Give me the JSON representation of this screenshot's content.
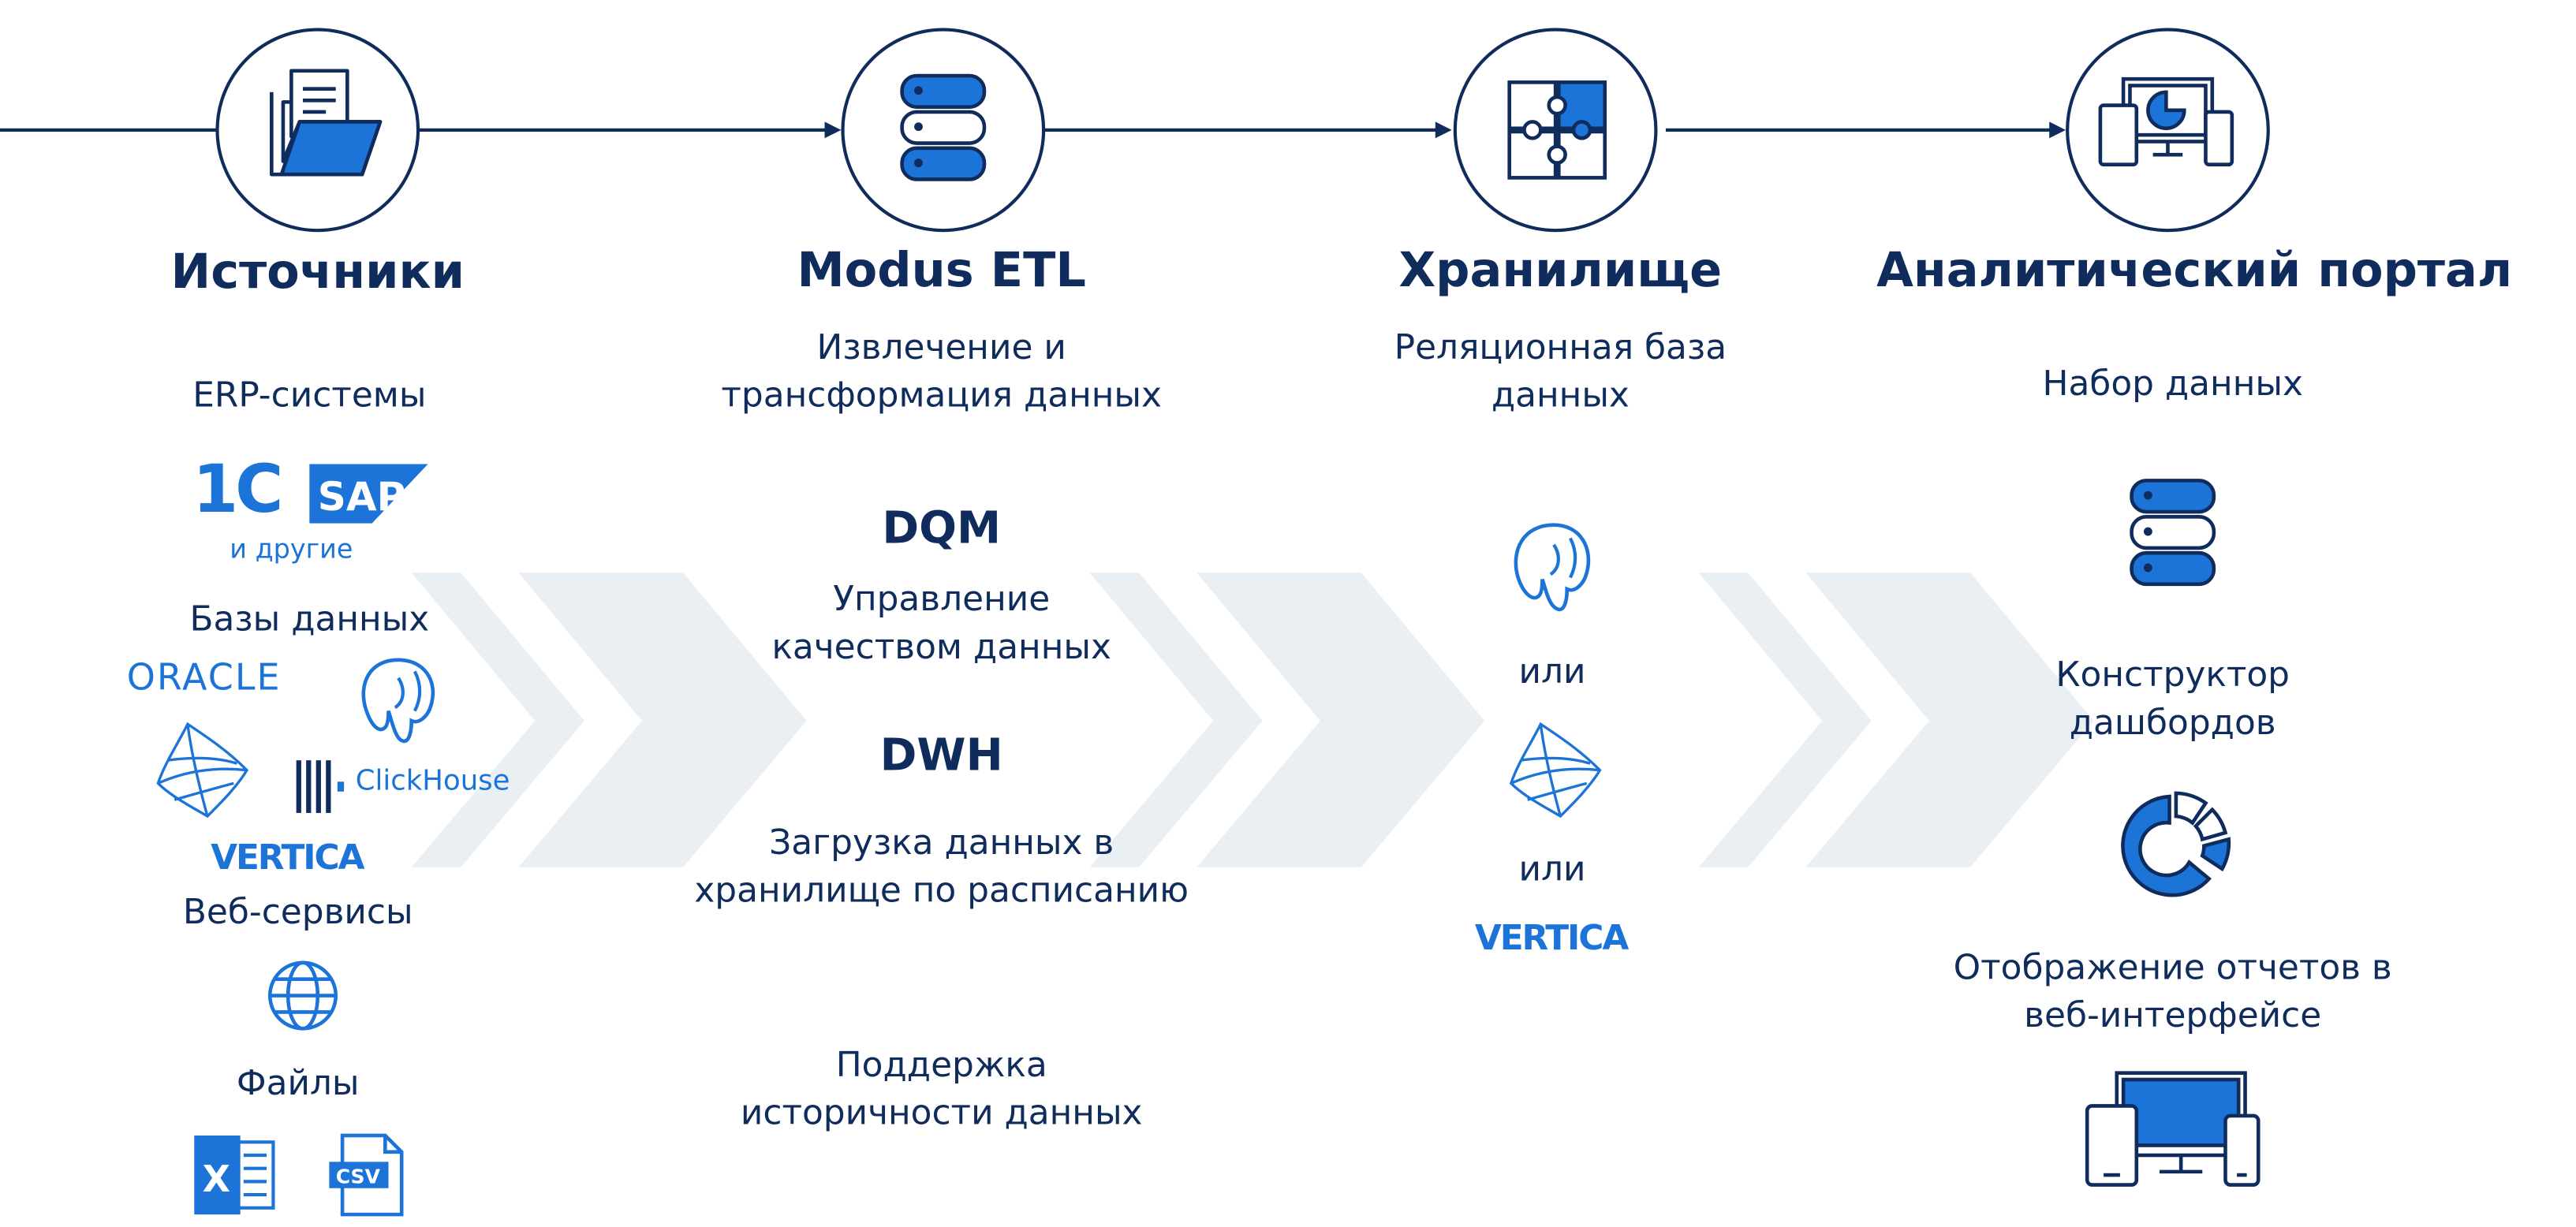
{
  "colors": {
    "navy": "#0f2c5c",
    "blue": "#1d74d8",
    "chevron": "#eaeff4"
  },
  "columns": [
    {
      "title": "Источники",
      "icon": "folder-icon",
      "erp_label": "ERP-системы",
      "erp_logos": [
        "1С",
        "SAP"
      ],
      "erp_other": "и другие",
      "db_label": "Базы данных",
      "db_logos": [
        "ORACLE",
        "ClickHouse",
        "VERTICA"
      ],
      "web_label": "Веб-сервисы",
      "files_label": "Файлы",
      "csv": "CSV"
    },
    {
      "title": "Modus ETL",
      "icon": "database-icon",
      "desc_line1": "Извлечение и",
      "desc_line2": "трансформация данных",
      "dqm_title": "DQM",
      "dqm_line1": "Управление",
      "dqm_line2": "качеством данных",
      "dwh_title": "DWH",
      "dwh_line1": "Загрузка данных в",
      "dwh_line2": "хранилище по расписанию",
      "hist_line1": "Поддержка",
      "hist_line2": "историчности данных"
    },
    {
      "title": "Хранилище",
      "icon": "puzzle-icon",
      "desc_line1": "Реляционная база",
      "desc_line2": "данных",
      "or1": "или",
      "or2": "или",
      "vertica": "VERTICA"
    },
    {
      "title": "Аналитический портал",
      "icon": "devices-icon",
      "dataset": "Набор данных",
      "builder_line1": "Конструктор",
      "builder_line2": "дашбордов",
      "display_line1": "Отображение отчетов в",
      "display_line2": "веб-интерфейсе"
    }
  ]
}
